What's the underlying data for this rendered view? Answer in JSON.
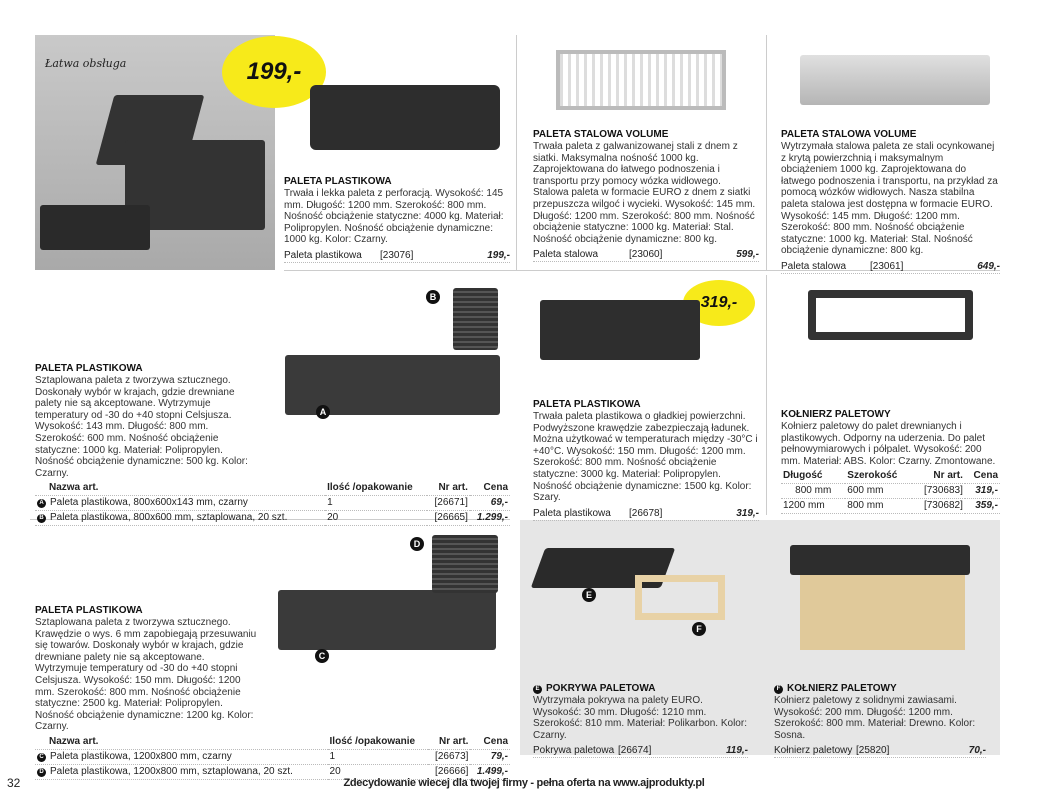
{
  "hero": {
    "annotation": "Łatwa obsługa",
    "price_bubble": "199,-"
  },
  "p1": {
    "title": "PALETA PLASTIKOWA",
    "desc": "Trwała i lekka paleta z perforacją. Wysokość: 145 mm. Długość: 1200 mm. Szerokość: 800 mm. Nośność obciążenie statyczne: 4000 kg. Materiał: Polipropylen. Nośność obciążenie dynamiczne: 1000 kg. Kolor: Czarny.",
    "name": "Paleta plastikowa",
    "art": "[23076]",
    "price": "199,-"
  },
  "p2": {
    "title": "PALETA STALOWA VOLUME",
    "desc": "Trwała paleta z galwanizowanej stali z dnem z siatki. Maksymalna nośność 1000 kg. Zaprojektowana do łatwego podnoszenia i transportu przy pomocy wózka widłowego. Stalowa paleta w formacie EURO z dnem z siatki przepuszcza wilgoć i wycieki. Wysokość: 145 mm. Długość: 1200 mm. Szerokość: 800 mm. Nośność obciążenie statyczne: 1000 kg. Materiał: Stal. Nośność obciążenie dynamiczne: 800 kg.",
    "name": "Paleta stalowa",
    "art": "[23060]",
    "price": "599,-"
  },
  "p3": {
    "title": "PALETA STALOWA VOLUME",
    "desc": "Wytrzymała stalowa paleta ze stali ocynkowanej z krytą powierzchnią i maksymalnym obciążeniem 1000 kg. Zaprojektowana do łatwego podnoszenia i transportu, na przykład za pomocą wózków widłowych. Nasza stabilna paleta stalowa jest dostępna w formacie EURO. Wysokość: 145 mm. Długość: 1200 mm. Szerokość: 800 mm. Nośność obciążenie statyczne: 1000 kg. Materiał: Stal. Nośność obciążenie dynamiczne: 800 kg.",
    "name": "Paleta stalowa",
    "art": "[23061]",
    "price": "649,-"
  },
  "p4": {
    "title": "PALETA PLASTIKOWA",
    "desc": "Sztaplowana paleta z tworzywa sztucznego. Doskonały wybór w krajach, gdzie drewniane palety nie są akceptowane. Wytrzymuje temperatury od -30 do +40 stopni Celsjusza. Wysokość: 143 mm. Długość: 800 mm. Szerokość: 600 mm. Nośność obciążenie statyczne: 1000 kg. Materiał: Polipropylen. Nośność obciążenie dynamiczne: 500 kg. Kolor: Czarny.",
    "headers": [
      "Nazwa art.",
      "Ilość /opakowanie",
      "Nr art.",
      "Cena"
    ],
    "rows": [
      {
        "badge": "A",
        "name": "Paleta plastikowa, 800x600x143 mm, czarny",
        "qty": "1",
        "art": "[26671]",
        "price": "69,-"
      },
      {
        "badge": "B",
        "name": "Paleta plastikowa, 800x600 mm, sztaplowana, 20 szt.",
        "qty": "20",
        "art": "[26665]",
        "price": "1.299,-"
      }
    ],
    "img_badges": [
      "A",
      "B"
    ]
  },
  "p5": {
    "title": "PALETA PLASTIKOWA",
    "desc": "Trwała paleta plastikowa o gładkiej powierzchni. Podwyższone krawędzie zabezpieczają ładunek. Można użytkować w temperaturach między -30°C i +40°C. Wysokość: 150 mm. Długość: 1200 mm. Szerokość: 800 mm. Nośność obciążenie statyczne: 3000 kg. Materiał: Polipropylen. Nośność obciążenie dynamiczne: 1500 kg. Kolor: Szary.",
    "name": "Paleta plastikowa",
    "art": "[26678]",
    "price": "319,-",
    "price_bubble": "319,-"
  },
  "p6": {
    "title": "KOŁNIERZ PALETOWY",
    "desc": "Kołnierz paletowy do palet drewnianych i plastikowych. Odporny na uderzenia. Do palet pełnowymiarowych i półpalet. Wysokość: 200 mm. Materiał: ABS. Kolor: Czarny. Zmontowane.",
    "headers": [
      "Długość",
      "Szerokość",
      "Nr art.",
      "Cena"
    ],
    "rows": [
      {
        "len": "800 mm",
        "wid": "600 mm",
        "art": "[730683]",
        "price": "319,-"
      },
      {
        "len": "1200 mm",
        "wid": "800 mm",
        "art": "[730682]",
        "price": "359,-"
      }
    ]
  },
  "p7": {
    "title": "PALETA PLASTIKOWA",
    "desc": "Sztaplowana paleta z tworzywa sztucznego. Krawędzie o wys. 6 mm zapobiegają przesuwaniu się towarów. Doskonały wybór w krajach, gdzie drewniane palety nie są akceptowane. Wytrzymuje temperatury od -30 do +40 stopni Celsjusza. Wysokość: 150 mm. Długość: 1200 mm. Szerokość: 800 mm. Nośność obciążenie statyczne: 2500 kg. Materiał: Polipropylen. Nośność obciążenie dynamiczne: 1200 kg. Kolor: Czarny.",
    "headers": [
      "Nazwa art.",
      "Ilość /opakowanie",
      "Nr art.",
      "Cena"
    ],
    "rows": [
      {
        "badge": "C",
        "name": "Paleta plastikowa, 1200x800 mm, czarny",
        "qty": "1",
        "art": "[26673]",
        "price": "79,-"
      },
      {
        "badge": "D",
        "name": "Paleta plastikowa, 1200x800 mm, sztaplowana, 20 szt.",
        "qty": "20",
        "art": "[26666]",
        "price": "1.499,-"
      }
    ],
    "img_badges": [
      "C",
      "D"
    ]
  },
  "p8": {
    "badge": "E",
    "title": "POKRYWA PALETOWA",
    "desc": "Wytrzymała pokrywa na palety EURO. Wysokość: 30 mm. Długość: 1210 mm. Szerokość: 810 mm. Materiał: Polikarbon. Kolor: Czarny.",
    "name": "Pokrywa paletowa",
    "art": "[26674]",
    "price": "119,-"
  },
  "p9": {
    "badge": "F",
    "title": "KOŁNIERZ PALETOWY",
    "desc": "Kołnierz paletowy z solidnymi zawiasami. Wysokość: 200 mm. Długość: 1200 mm. Szerokość: 800 mm. Materiał: Drewno. Kolor: Sosna.",
    "name": "Kołnierz paletowy",
    "art": "[25820]",
    "price": "70,-"
  },
  "footer": {
    "page": "32",
    "tagline": "Zdecydowanie wiecej dla twojej firmy - pełna oferta na www.ajprodukty.pl"
  },
  "colors": {
    "bubble": "#f7ea1a",
    "gray_panel": "#e6e6e6"
  }
}
